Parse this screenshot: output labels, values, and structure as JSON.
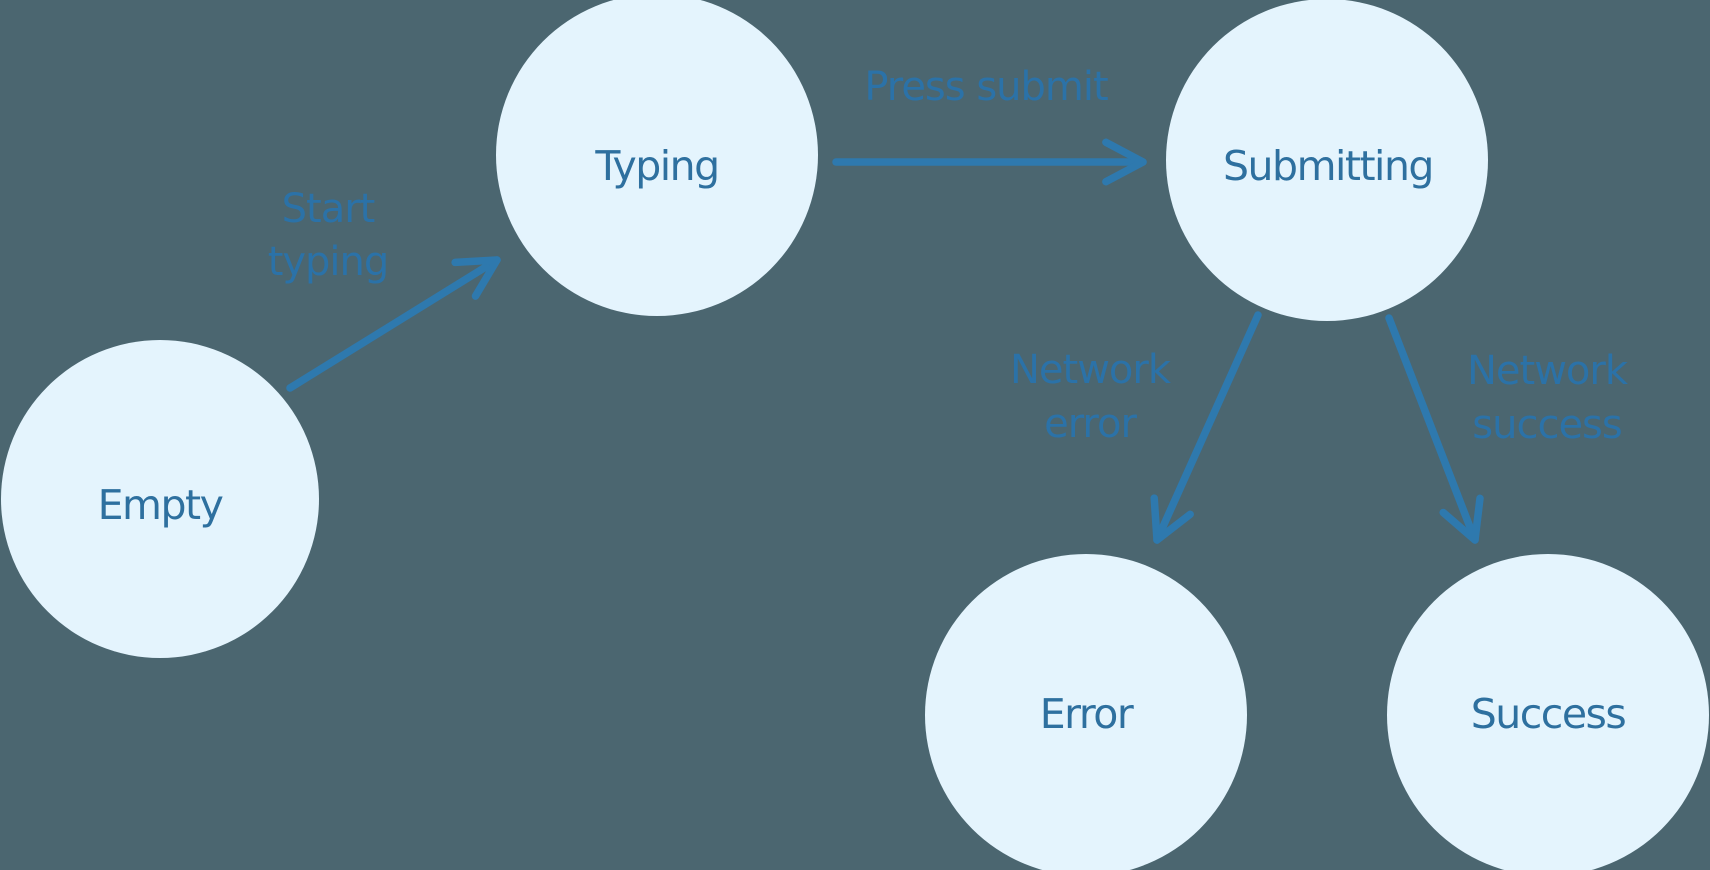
{
  "diagram": {
    "kind": "state-machine",
    "background": "#4B6670"
  },
  "colors": {
    "background": "#4B6670",
    "node_fill": "#E4F4FD",
    "node_text": "#2E709F",
    "arrow": "#2E79AE",
    "label_text": "#2B72A8"
  },
  "icons": {
    "arrowhead": "open-chevron-arrow"
  },
  "nodes": [
    {
      "id": "empty",
      "label": "Empty"
    },
    {
      "id": "typing",
      "label": "Typing"
    },
    {
      "id": "submitting",
      "label": "Submitting"
    },
    {
      "id": "error",
      "label": "Error"
    },
    {
      "id": "success",
      "label": "Success"
    }
  ],
  "edges": [
    {
      "from": "empty",
      "to": "typing",
      "label_lines": [
        "Start",
        "typing"
      ]
    },
    {
      "from": "typing",
      "to": "submitting",
      "label_lines": [
        "Press submit"
      ]
    },
    {
      "from": "submitting",
      "to": "error",
      "label_lines": [
        "Network",
        "error"
      ]
    },
    {
      "from": "submitting",
      "to": "success",
      "label_lines": [
        "Network",
        "success"
      ]
    }
  ]
}
